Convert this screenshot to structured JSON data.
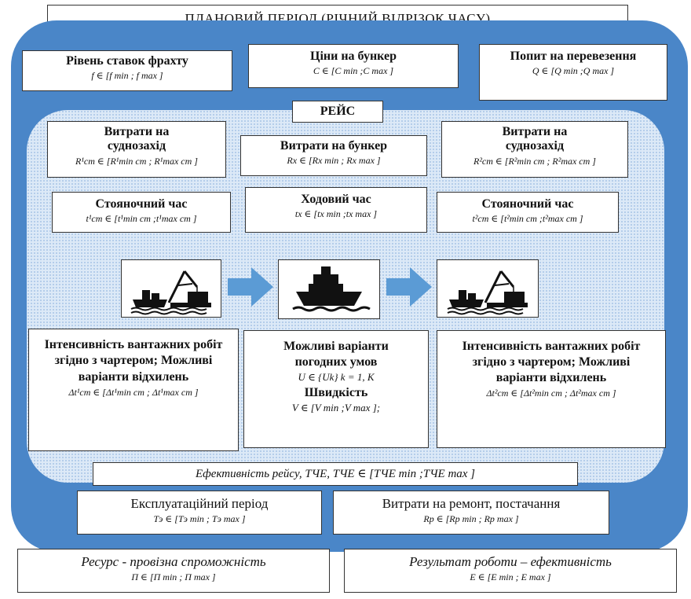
{
  "header": {
    "title": "ПЛАНОВИЙ ПЕРІОД (РІЧНИЙ ВІДРІЗОК ЧАСУ)"
  },
  "top": {
    "freight": {
      "title": "Рівень ставок фрахту",
      "formula": "f ∈ [f min ; f max ]"
    },
    "bunker_prices": {
      "title": "Ціни на бункер",
      "formula": "C ∈ [C min ;C max ]"
    },
    "demand": {
      "title": "Попит на перевезення",
      "formula": "Q ∈ [Q min ;Q max ]"
    }
  },
  "voyage": {
    "label": "РЕЙС",
    "port_costs_1": {
      "title": "Витрати на суднозахід",
      "formula": "R¹ст ∈ [R¹min ст ; R¹max ст ]"
    },
    "bunker_costs": {
      "title": "Витрати на бункер",
      "formula": "Rх ∈ [Rх min ; Rх max ]"
    },
    "port_costs_2": {
      "title": "Витрати на суднозахід",
      "formula": "R²ст ∈ [R²min ст ; R²max ст ]"
    },
    "idle_time_1": {
      "title": "Стояночний час",
      "formula": "t¹ст ∈ [t¹min ст ;t¹max ст ]"
    },
    "sailing_time": {
      "title": "Ходовий час",
      "formula": "tх ∈ [tх min ;tх max ]"
    },
    "idle_time_2": {
      "title": "Стояночний час",
      "formula": "t²ст ∈ [t²min ст ;t²max ст ]"
    },
    "cargo_1": {
      "title": "Інтенсивність вантажних робіт згідно з чартером; Можливі варіанти відхилень",
      "formula": "Δt¹ст ∈ [Δt¹min ст ; Δt¹max ст ]"
    },
    "weather": {
      "title": "Можливі варіанти погодних умов",
      "formula": "U ∈ {Uk} k = 1, K",
      "speed_title": "Швидкість",
      "speed_formula": "V ∈ [V min ;V max ];"
    },
    "cargo_2": {
      "title": "Інтенсивність вантажних робіт згідно з чартером; Можливі варіанти відхилень",
      "formula": "Δt²ст ∈ [Δt²min ст ; Δt²max ст ]"
    },
    "efficiency": {
      "text": "Ефективність рейсу, ТЧЕ,  ТЧЕ ∈ [ТЧЕ min ;ТЧЕ max ]"
    }
  },
  "bottom": {
    "operating": {
      "title": "Експлуатаційний період",
      "formula": "Tэ ∈ [Tэ min ; Tэ max ]"
    },
    "repair": {
      "title": "Витрати на ремонт, постачання",
      "formula": "Rр ∈ [Rр min ; Rр max ]"
    },
    "resource": {
      "title": "Ресурс - провізна спроможність",
      "formula": "П ∈ [П min ; П max ]"
    },
    "result": {
      "title": "Результат роботи – ефективність",
      "formula": "E ∈ [E min ; E max ]"
    }
  },
  "icons": {
    "port_1": "port-crane-ship-icon",
    "ship": "ship-waves-icon",
    "port_2": "port-crane-ship-icon",
    "arrow": "right-arrow-icon"
  },
  "colors": {
    "outer": "#4a86c8",
    "inner": "#dce9f7",
    "arrow": "#5b9bd5"
  }
}
